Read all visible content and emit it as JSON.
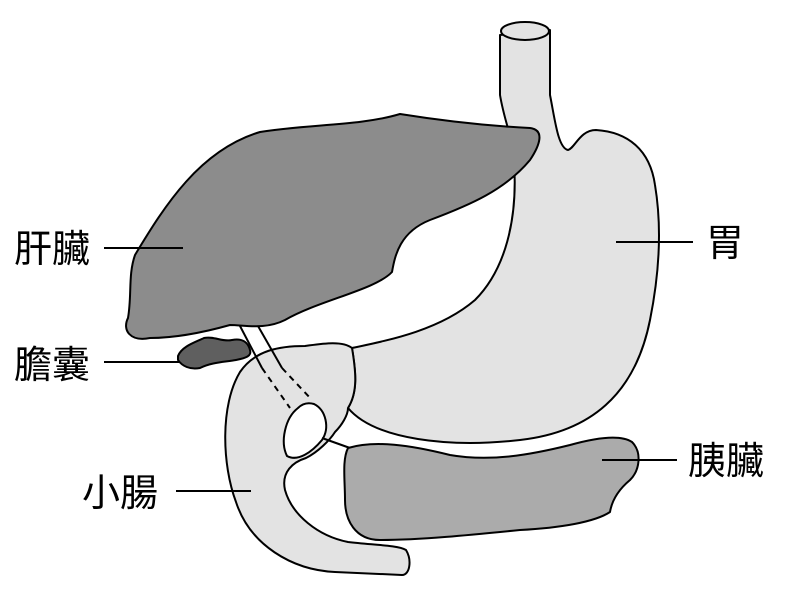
{
  "colors": {
    "background": "#ffffff",
    "liver": "#8c8c8c",
    "gallbladder": "#5f5f5f",
    "stomach": "#e3e3e3",
    "small_intestine": "#e3e3e3",
    "pancreas": "#ababab",
    "outline": "#000000"
  },
  "labels": {
    "liver": "肝臟",
    "gallbladder": "膽囊",
    "small_intestine": "小腸",
    "stomach": "胃",
    "pancreas": "胰臟"
  }
}
